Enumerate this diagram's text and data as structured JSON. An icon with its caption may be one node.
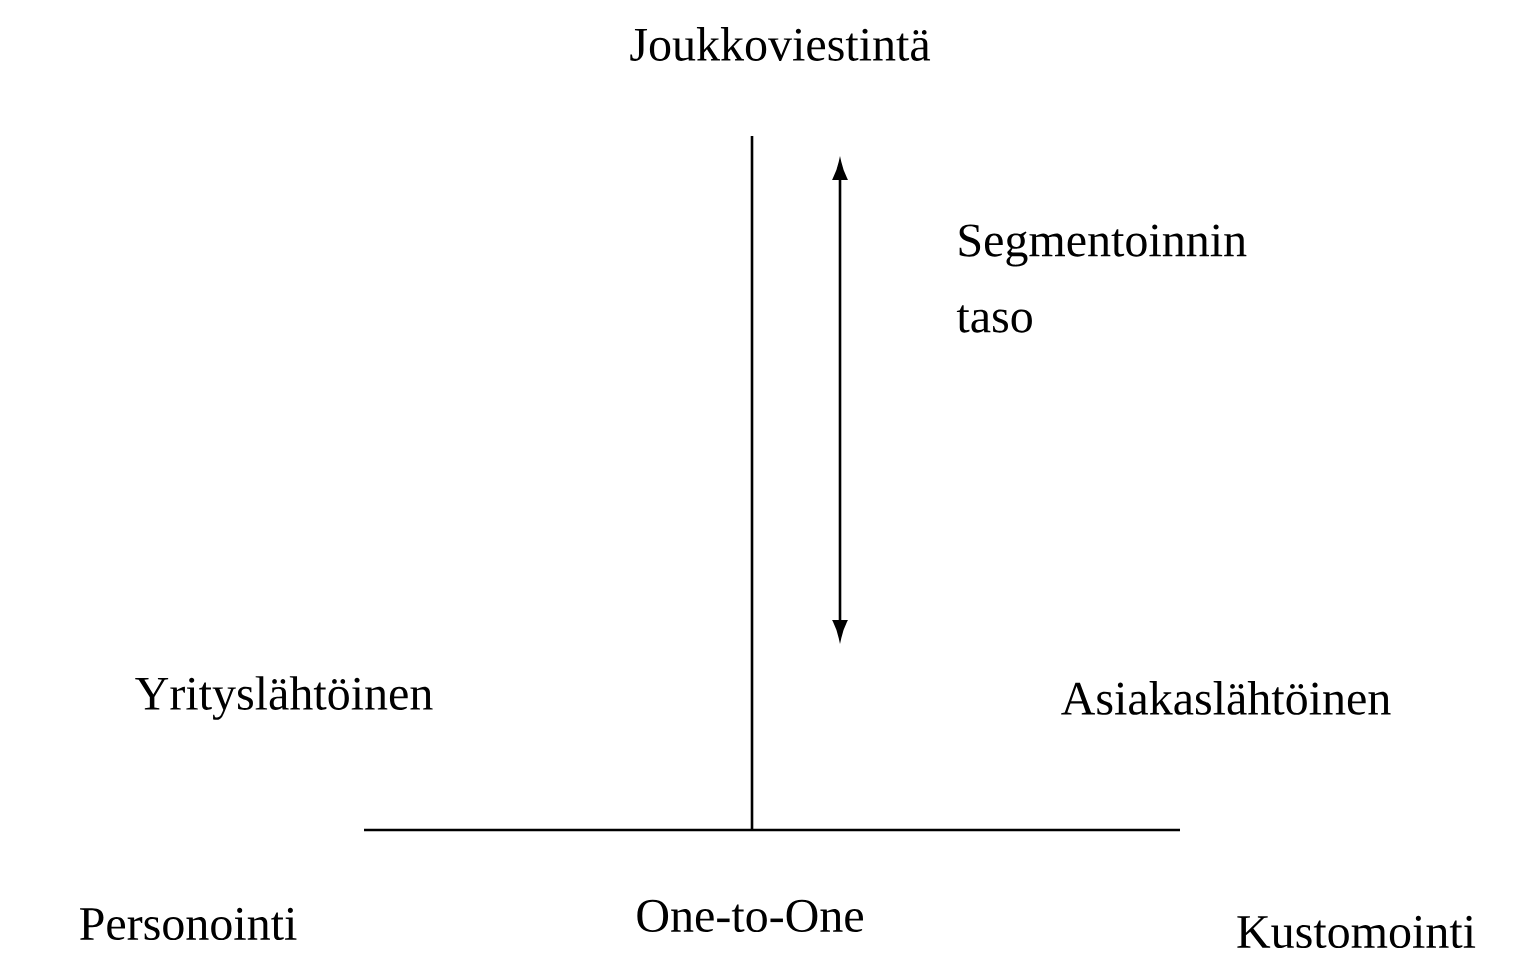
{
  "diagram": {
    "labels": [
      "Joukkoviestintä",
      "Segmentoinnin taso",
      "Yrityslähtöinen",
      "Asiakaslähtöinen",
      "Personointi",
      "One-to-One",
      "Kustomointi"
    ]
  }
}
